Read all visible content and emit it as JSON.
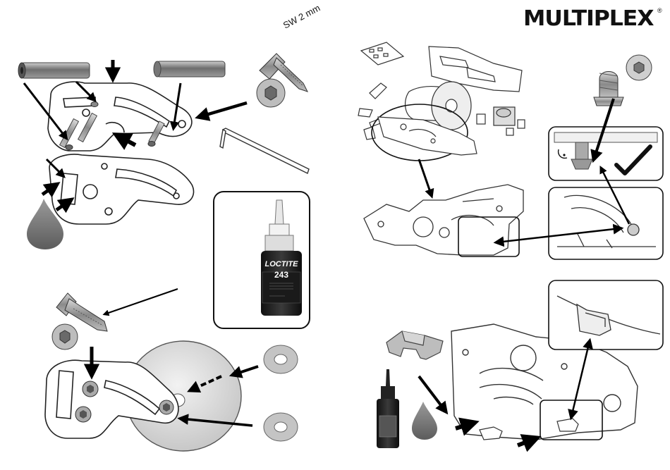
{
  "brand": {
    "name": "MULTIPLEX",
    "registered_mark": "®"
  },
  "hex_key_label": "SW 2 mm",
  "threadlocker": {
    "brand": "LOCTITE",
    "grade": "243"
  }
}
